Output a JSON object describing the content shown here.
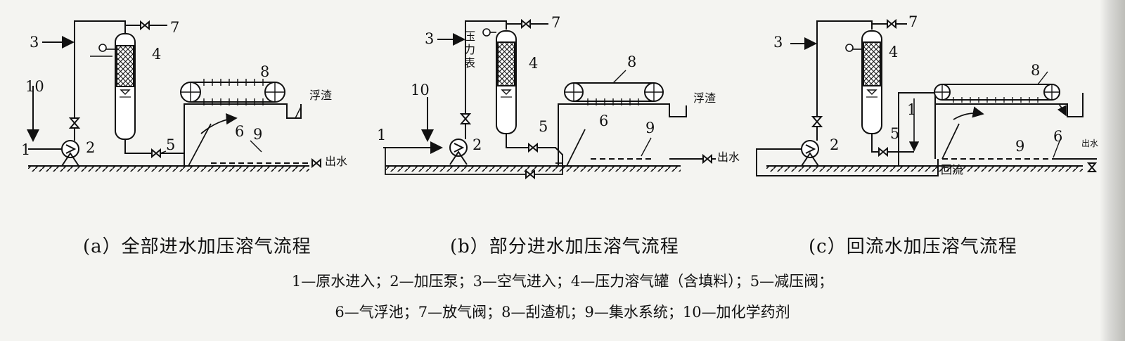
{
  "diagrams": [
    {
      "caption": "(a）全部进水加压溶气流程",
      "labels": {
        "n1": "1",
        "n2": "2",
        "n3": "3",
        "n4": "4",
        "n5": "5",
        "n6": "6",
        "n7": "7",
        "n8": "8",
        "n9": "9",
        "n10": "10",
        "scum": "浮渣",
        "outlet": "出水"
      }
    },
    {
      "caption": "(b）部分进水加压溶气流程",
      "labels": {
        "n1": "1",
        "n2": "2",
        "n3": "3",
        "n4": "4",
        "n5": "5",
        "n6": "6",
        "n7": "7",
        "n8": "8",
        "n9": "9",
        "n10": "10",
        "gauge": "压力表",
        "scum": "浮渣",
        "outlet": "出水"
      }
    },
    {
      "caption": "(c）回流水加压溶气流程",
      "labels": {
        "n1": "1",
        "n2": "2",
        "n3": "3",
        "n4": "4",
        "n5": "5",
        "n6": "6",
        "n7": "7",
        "n8": "8",
        "n9": "9",
        "reflux": "回流",
        "outlet": "出水"
      }
    }
  ],
  "legend": {
    "line1": "1—原水进入；2—加压泵；3—空气进入；4—压力溶气罐（含填料）；5—减压阀；",
    "line2": "6—气浮池；7—放气阀；8—刮渣机；9—集水系统；10—加化学药剂"
  }
}
